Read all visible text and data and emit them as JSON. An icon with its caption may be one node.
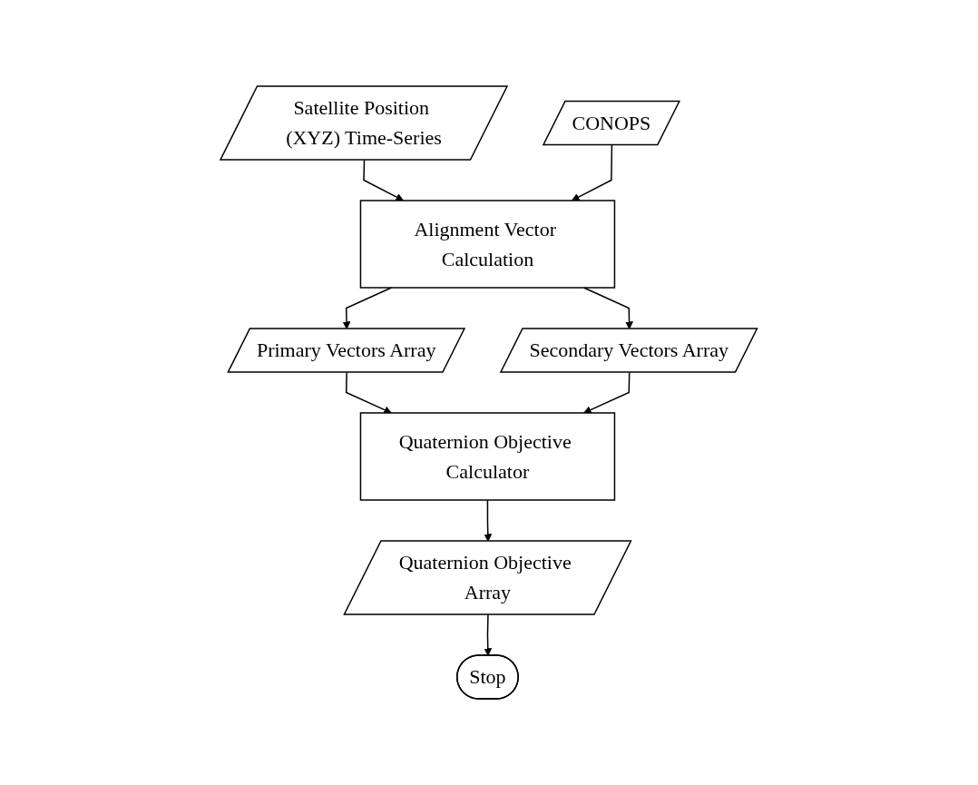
{
  "diagram": {
    "nodes": [
      {
        "text": [
          "Satellite Position (XYZ) Time-Series"
        ]
      },
      {
        "text": [
          "CONOPS"
        ]
      },
      {
        "text": [
          "Alignment Vector Calculation"
        ]
      },
      {
        "text": [
          "Primary Vectors Array"
        ]
      },
      {
        "text": [
          "Secondary Vectors Array"
        ]
      },
      {
        "text": [
          "Quaternion Objective Calculator"
        ]
      },
      {
        "text": [
          "Quaternion Objective Array"
        ]
      },
      {
        "text": [
          "Stop"
        ]
      }
    ],
    "edges": [
      {
        "from": 0,
        "to": 2,
        "arrow": "to"
      },
      {
        "from": 1,
        "to": 2,
        "arrow": "to"
      },
      {
        "from": 2,
        "to": 3,
        "arrow": "to"
      },
      {
        "from": 2,
        "to": 4,
        "arrow": "to"
      },
      {
        "from": 3,
        "to": 5,
        "arrow": "to"
      },
      {
        "from": 4,
        "to": 5,
        "arrow": "to"
      },
      {
        "from": 5,
        "to": 6,
        "arrow": "to"
      },
      {
        "from": 6,
        "to": 7,
        "arrow": "to"
      }
    ]
  }
}
